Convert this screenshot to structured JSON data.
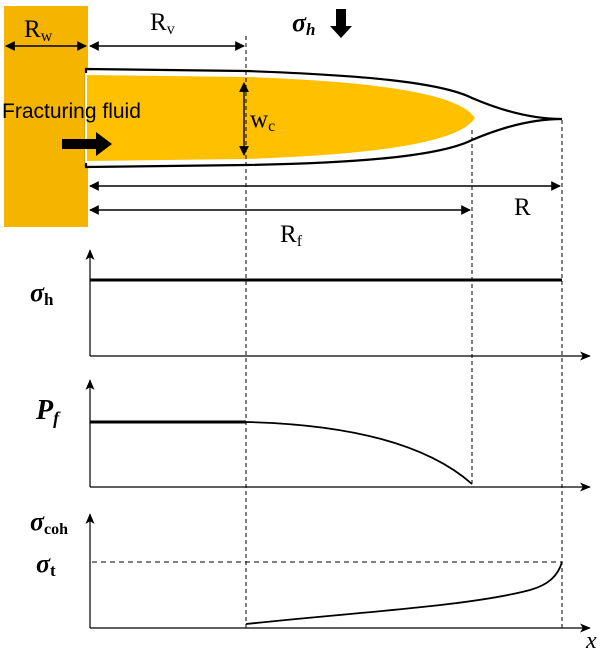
{
  "labels": {
    "rw_main": "R",
    "rw_sub": "w",
    "rv_main": "R",
    "rv_sub": "v",
    "sigma_h_top_main": "σ",
    "sigma_h_top_sub": "h",
    "fracturing_fluid": "Fracturing fluid",
    "wc_main": "w",
    "wc_sub": "c",
    "r_label": "R",
    "rf_main": "R",
    "rf_sub": "f",
    "sigma_h_plot_main": "σ",
    "sigma_h_plot_sub": "h",
    "pf_main": "P",
    "pf_sub": "f",
    "sigma_coh_main": "σ",
    "sigma_coh_sub": "coh",
    "sigma_t_main": "σ",
    "sigma_t_sub": "t",
    "x_axis": "x"
  },
  "colors": {
    "fluid": "#FFC000",
    "wellbore": "#F5B400",
    "fluid_outline": "#FFFFFF",
    "line": "#000000"
  }
}
